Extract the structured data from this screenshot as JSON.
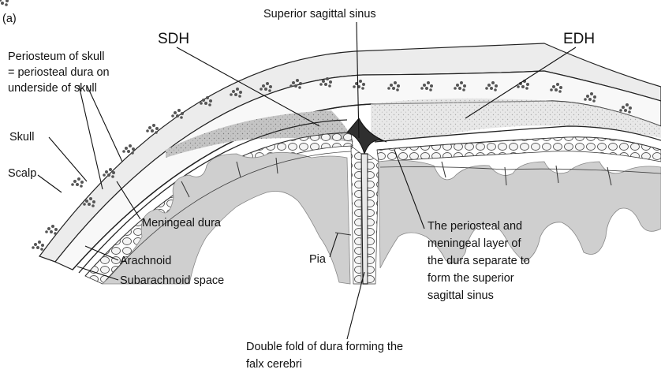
{
  "panel_label": "(a)",
  "labels": {
    "sdh": "SDH",
    "edh": "EDH",
    "superior_sagittal_sinus": "Superior sagittal sinus",
    "periosteum": [
      "Periosteum of skull",
      "= periosteal dura on",
      "underside of skull"
    ],
    "skull": "Skull",
    "scalp": "Scalp",
    "meningeal_dura": "Meningeal dura",
    "arachnoid": "Arachnoid",
    "subarachnoid_space": "Subarachnoid space",
    "pia": "Pia",
    "sinus_formation": [
      "The periosteal and",
      "meningeal layer of",
      "the dura separate to",
      "form the superior",
      "sagittal sinus"
    ],
    "falx": [
      "Double fold of dura forming the",
      "falx cerebri"
    ]
  },
  "colors": {
    "scalp_fill": "#ececec",
    "skull_fill": "#f7f7f7",
    "brain_gray": "#cfcfcf",
    "edh_fill": "#d2d2d2",
    "sdh_fill": "#c4c4c4",
    "sinus_fill": "#333333",
    "ink": "#1a1a1a"
  }
}
